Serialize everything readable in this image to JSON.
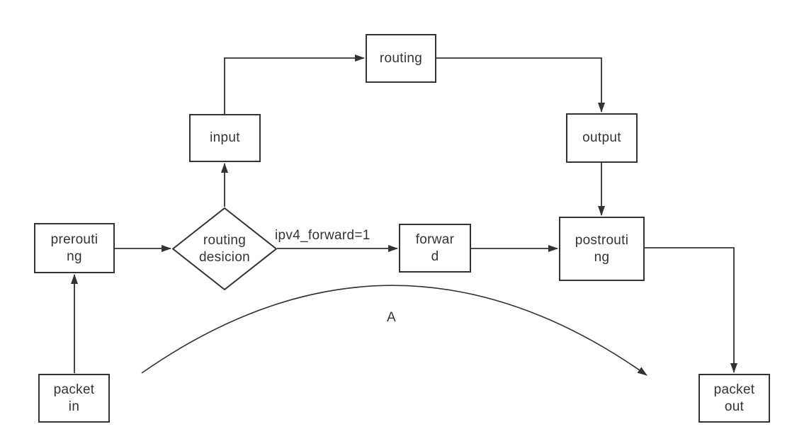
{
  "diagram": {
    "nodes": {
      "packet_in": {
        "label": "packet in",
        "lines": [
          "packet",
          "in"
        ]
      },
      "prerouting": {
        "label": "prerouting",
        "lines": [
          "prerouti",
          "ng"
        ]
      },
      "routing_decision": {
        "label": "routing desicion",
        "lines": [
          "routing",
          "desicion"
        ]
      },
      "input": {
        "label": "input",
        "lines": [
          "input"
        ]
      },
      "routing": {
        "label": "routing",
        "lines": [
          "routing"
        ]
      },
      "output": {
        "label": "output",
        "lines": [
          "output"
        ]
      },
      "forward": {
        "label": "forward",
        "lines": [
          "forwar",
          "d"
        ]
      },
      "postrouting": {
        "label": "postrouting",
        "lines": [
          "postrouti",
          "ng"
        ]
      },
      "packet_out": {
        "label": "packet out",
        "lines": [
          "packet",
          "out"
        ]
      }
    },
    "labels": {
      "forward_condition": "ipv4_forward=1",
      "bypass_curve": "A"
    },
    "colors": {
      "stroke": "#333333",
      "text": "#333333",
      "background": "#ffffff"
    }
  }
}
